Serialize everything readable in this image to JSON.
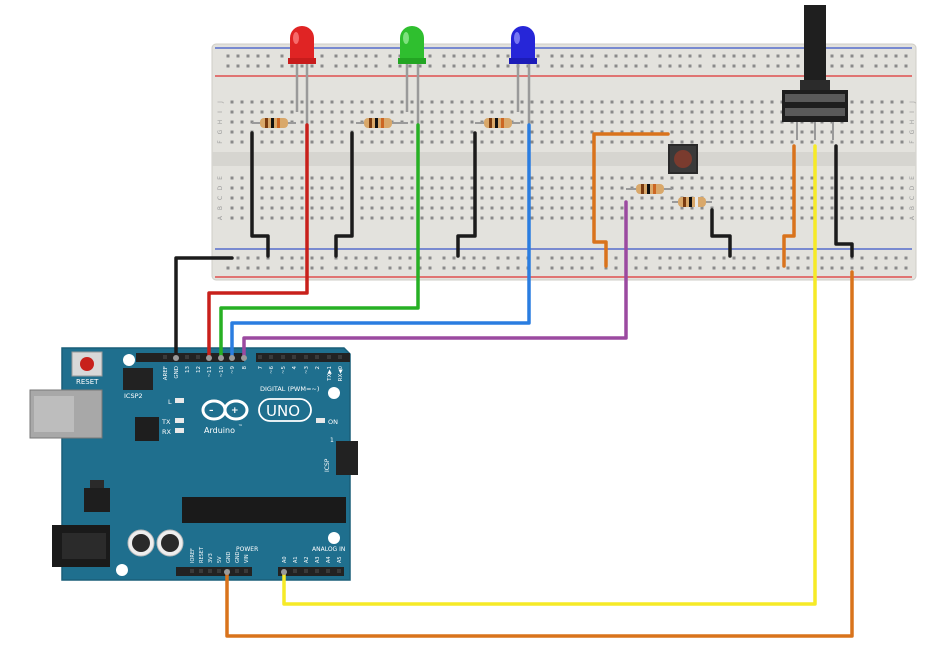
{
  "colors": {
    "board": "#1f6f8e",
    "board_edge": "#1a5f79",
    "breadboard": "#e3e2dd",
    "wire_black": "#1b1b1b",
    "wire_red": "#c8201b",
    "wire_green": "#27b024",
    "wire_blue": "#2a7de0",
    "wire_purple": "#9b4aa0",
    "wire_orange": "#d9731c",
    "wire_yellow": "#f6ea27",
    "led_red": "#e02424",
    "led_green": "#2fbf2f",
    "led_blue": "#2626d8"
  },
  "arduino": {
    "logo_infinity": "∞",
    "uno": "UNO",
    "brand": "Arduino",
    "tm": "™",
    "reset": "RESET",
    "icsp2": "ICSP2",
    "icsp": "ICSP",
    "icsp_num": "1",
    "on": "ON",
    "led_l": "L",
    "led_tx": "TX",
    "led_rx": "RX",
    "digital_label": "DIGITAL (PWM=~)",
    "power_label": "POWER",
    "analog_label": "ANALOG IN",
    "top_pins": [
      "AREF",
      "GND",
      "13",
      "12",
      "~11",
      "~10",
      "~9",
      "8",
      "7",
      "~6",
      "~5",
      "4",
      "~3",
      "2",
      "TX▶1",
      "RX◀0"
    ],
    "power_pins": [
      "IOREF",
      "RESET",
      "3V3",
      "5V",
      "GND",
      "GND",
      "VIN"
    ],
    "analog_pins": [
      "A0",
      "A1",
      "A2",
      "A3",
      "A4",
      "A5"
    ]
  },
  "breadboard": {
    "row_letters_top": [
      "J",
      "I",
      "H",
      "G",
      "F"
    ],
    "row_letters_bottom": [
      "E",
      "D",
      "C",
      "B",
      "A"
    ]
  },
  "components": [
    "led-red",
    "led-green",
    "led-blue",
    "resistor-1",
    "resistor-2",
    "resistor-3",
    "resistor-4",
    "resistor-5",
    "pushbutton",
    "potentiometer"
  ]
}
